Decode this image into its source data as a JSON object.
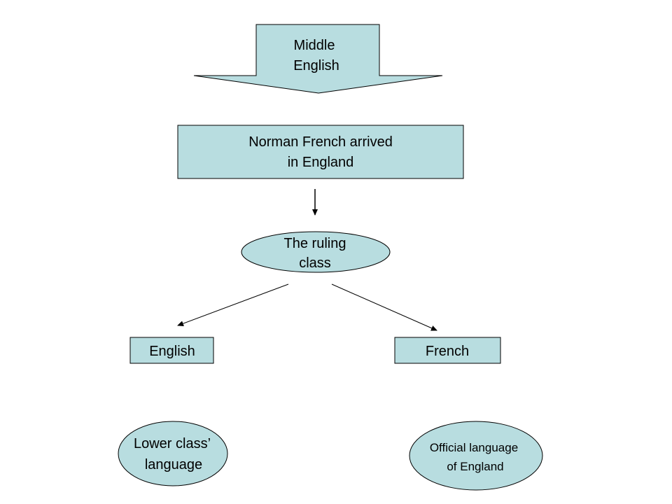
{
  "colors": {
    "fill": "#b8dde0",
    "stroke": "#000000",
    "background": "#ffffff"
  },
  "nodes": {
    "middle_english": {
      "line1": "Middle",
      "line2": "English"
    },
    "norman_french": {
      "line1": "Norman French arrived",
      "line2": "in England"
    },
    "ruling_class": {
      "line1": "The ruling",
      "line2": "class"
    },
    "english": {
      "label": "English"
    },
    "french": {
      "label": "French"
    },
    "lower_class": {
      "line1": "Lower class’",
      "line2": "language"
    },
    "official": {
      "line1": "Official language",
      "line2": "of England"
    }
  }
}
